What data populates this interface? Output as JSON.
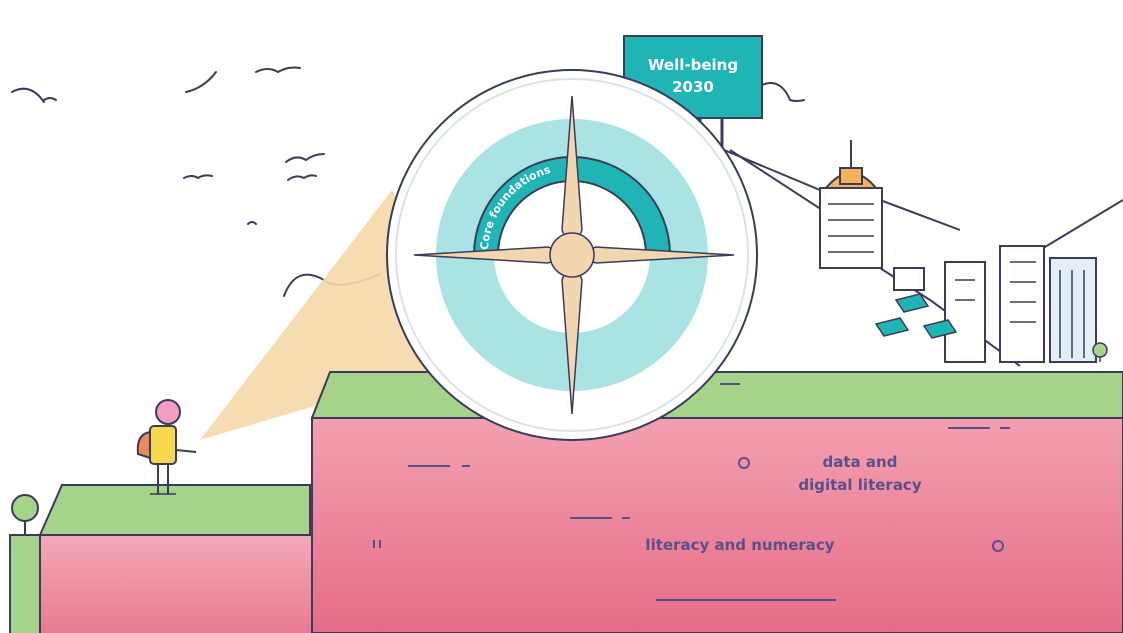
{
  "signpost": {
    "line1": "Well-being",
    "line2": "2030"
  },
  "compass": {
    "arc_label": "Core foundations"
  },
  "cliff_labels": {
    "digital_line1": "data and",
    "digital_line2": "digital literacy",
    "literacy": "literacy and numeracy"
  },
  "colors": {
    "teal": "#1fb5b5",
    "light_teal": "#a9e3e3",
    "cliff_pink": "#e98197",
    "grass_green": "#a5d38a",
    "beam_peach": "#f6d8a8",
    "needle_peach": "#f3d5b0",
    "outline": "#3b3b5c",
    "label_purple": "#5a4f8c",
    "building_gold": "#f2b15a"
  }
}
